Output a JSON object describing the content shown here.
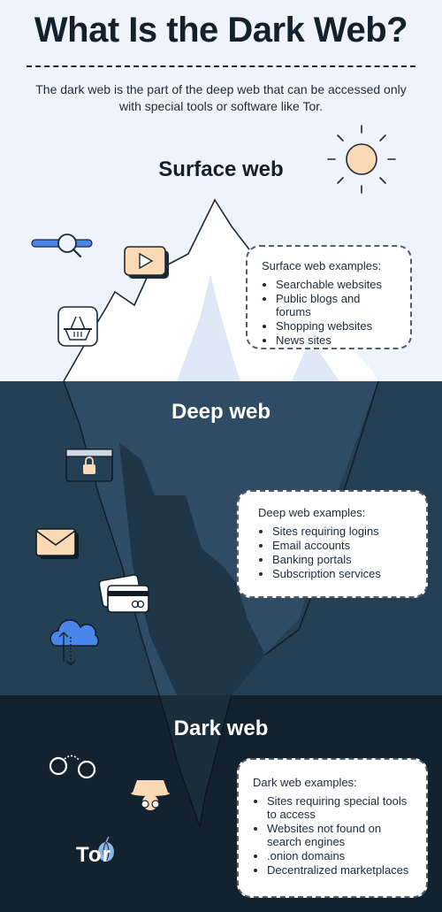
{
  "header": {
    "title": "What Is the Dark Web?",
    "subtitle": "The dark web is the part of the deep web that can be accessed only with special tools or software like Tor."
  },
  "colors": {
    "surface_bg": "#eef3fc",
    "deep_bg": "#253f55",
    "dark_bg": "#14222f",
    "accent_blue": "#4a86e8",
    "accent_peach": "#fbd9b5"
  },
  "sections": {
    "surface": {
      "heading": "Surface web",
      "examples_title": "Surface web examples:",
      "items": [
        "Searchable websites",
        "Public blogs and forums",
        "Shopping websites",
        "News sites"
      ],
      "icons": [
        "sun-icon",
        "search-bar-icon",
        "video-play-icon",
        "shopping-basket-icon"
      ]
    },
    "deep": {
      "heading": "Deep web",
      "examples_title": "Deep web examples:",
      "items": [
        "Sites requiring logins",
        "Email accounts",
        "Banking portals",
        "Subscription services"
      ],
      "icons": [
        "locked-browser-icon",
        "email-icon",
        "credit-card-icon",
        "cloud-sync-icon"
      ]
    },
    "dark": {
      "heading": "Dark web",
      "examples_title": "Dark web examples:",
      "items": [
        "Sites requiring special tools to access",
        "Websites not found on search engines",
        ".onion domains",
        "Decentralized marketplaces"
      ],
      "icons": [
        "handcuffs-icon",
        "spy-icon",
        "tor-logo-icon"
      ],
      "logo_text": "Tor"
    }
  }
}
